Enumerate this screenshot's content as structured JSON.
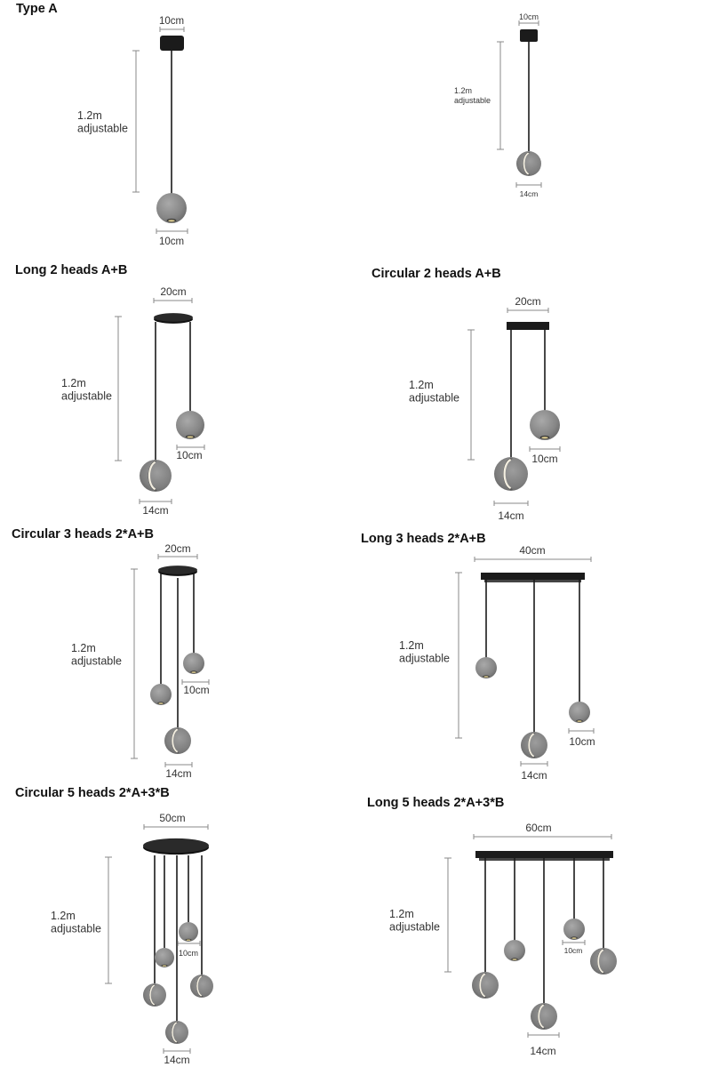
{
  "colors": {
    "shade": "#8b8b8b",
    "shade_dark": "#6e6e6e",
    "canopy": "#1b1b1b",
    "cord": "#1a1a1a",
    "dim_line": "#8a8a8a",
    "glow": "#f3eee0"
  },
  "sections": [
    {
      "title": "Type A",
      "top_dim": "10cm",
      "length_dim_line1": "1.2m",
      "length_dim_line2": "adjustable",
      "bottom_dims": [
        "10cm"
      ]
    },
    {
      "title": "",
      "top_dim": "10cm",
      "length_dim_line1": "1.2m",
      "length_dim_line2": "adjustable",
      "bottom_dims": [
        "14cm"
      ]
    },
    {
      "title": "Long 2 heads A+B",
      "top_dim": "20cm",
      "length_dim_line1": "1.2m",
      "length_dim_line2": "adjustable",
      "bottom_dims": [
        "10cm",
        "14cm"
      ]
    },
    {
      "title": "Circular 2 heads A+B",
      "top_dim": "20cm",
      "length_dim_line1": "1.2m",
      "length_dim_line2": "adjustable",
      "bottom_dims": [
        "10cm",
        "14cm"
      ]
    },
    {
      "title": "Circular 3 heads 2*A+B",
      "top_dim": "20cm",
      "length_dim_line1": "1.2m",
      "length_dim_line2": "adjustable",
      "bottom_dims": [
        "10cm",
        "14cm"
      ]
    },
    {
      "title": "Long 3 heads 2*A+B",
      "top_dim": "40cm",
      "length_dim_line1": "1.2m",
      "length_dim_line2": "adjustable",
      "bottom_dims": [
        "10cm",
        "14cm"
      ]
    },
    {
      "title": "Circular 5 heads 2*A+3*B",
      "top_dim": "50cm",
      "length_dim_line1": "1.2m",
      "length_dim_line2": "adjustable",
      "bottom_dims": [
        "10cm",
        "14cm"
      ]
    },
    {
      "title": "Long 5 heads 2*A+3*B",
      "top_dim": "60cm",
      "length_dim_line1": "1.2m",
      "length_dim_line2": "adjustable",
      "bottom_dims": [
        "10cm",
        "14cm"
      ]
    }
  ]
}
